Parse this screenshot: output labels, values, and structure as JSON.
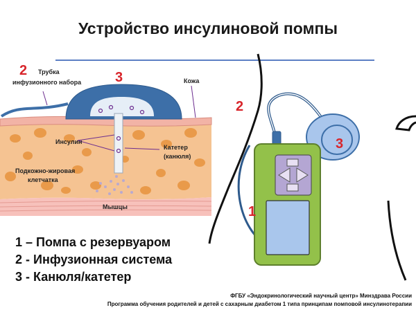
{
  "title": "Устройство инсулиновой помпы",
  "cross_section": {
    "num_tube": "2",
    "tube_label_1": "Трубка",
    "tube_label_2": "инфузионного набора",
    "num_cannula": "3",
    "skin_label": "Кожа",
    "insulin_label": "Инсулин",
    "catheter_label_1": "Катетер",
    "catheter_label_2": "(канюля)",
    "fat_label_1": "Подкожно-жировая",
    "fat_label_2": "клетчатка",
    "muscle_label": "Мышцы"
  },
  "body_view": {
    "num_pump": "1",
    "num_system": "2",
    "num_site": "3"
  },
  "legend": [
    "1 – Помпа с резервуаром",
    "2 - Инфузионная система",
    "3 - Канюля/катетер"
  ],
  "footer": {
    "line1": "ФГБУ «Эндокринологический научный центр» Минздрава России",
    "line2": "Программа обучения родителей и детей с сахарным диабетом 1 типа принципам помповой инсулинотерапии"
  },
  "colors": {
    "accent_red": "#d8252b",
    "pump_green": "#93c14a",
    "pump_screen": "#a9c6ec",
    "pump_buttons": "#b4a6d3",
    "site_blue": "#a9c6ec",
    "tube_blue": "#3d6fa8",
    "fat": "#f5c392",
    "fat_cells": "#e99a4a",
    "skin": "#f2b3a6",
    "label_purple": "#6c2d8f"
  }
}
